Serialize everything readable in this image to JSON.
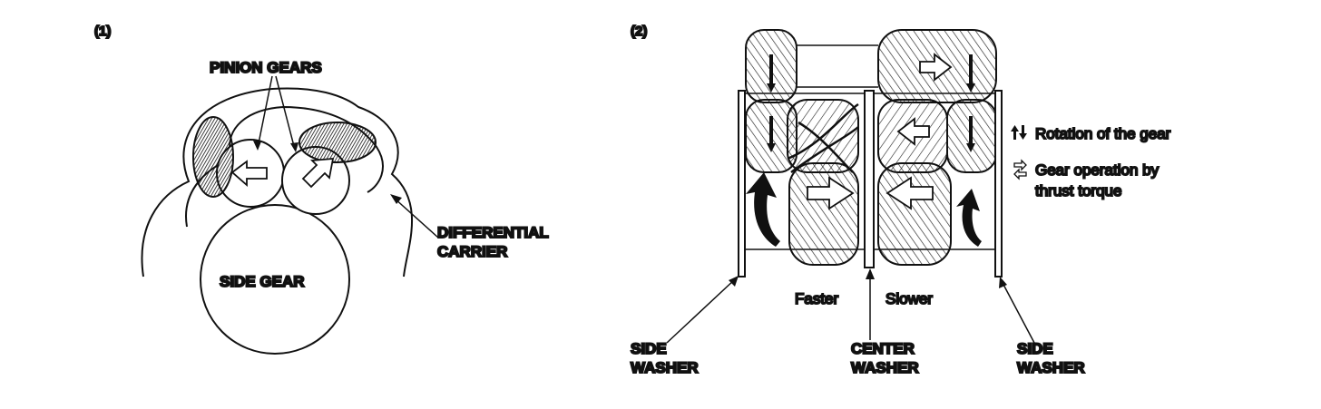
{
  "panel1": {
    "number": "(1)",
    "pinion_label": "PINION GEARS",
    "side_gear_label": "SIDE GEAR",
    "carrier_label_line1": "DIFFERENTIAL",
    "carrier_label_line2": "CARRIER"
  },
  "panel2": {
    "number": "(2)",
    "faster": "Faster",
    "slower": "Slower",
    "left_washer_line1": "SIDE",
    "left_washer_line2": "WASHER",
    "center_washer_line1": "CENTER",
    "center_washer_line2": "WASHER",
    "right_washer_line1": "SIDE",
    "right_washer_line2": "WASHER",
    "legend_rotation": "Rotation of the gear",
    "legend_operation_line1": "Gear operation by",
    "legend_operation_line2": "thrust torque"
  },
  "colors": {
    "ink": "#111111",
    "shade": "#3a3a3a",
    "background": "#ffffff"
  }
}
